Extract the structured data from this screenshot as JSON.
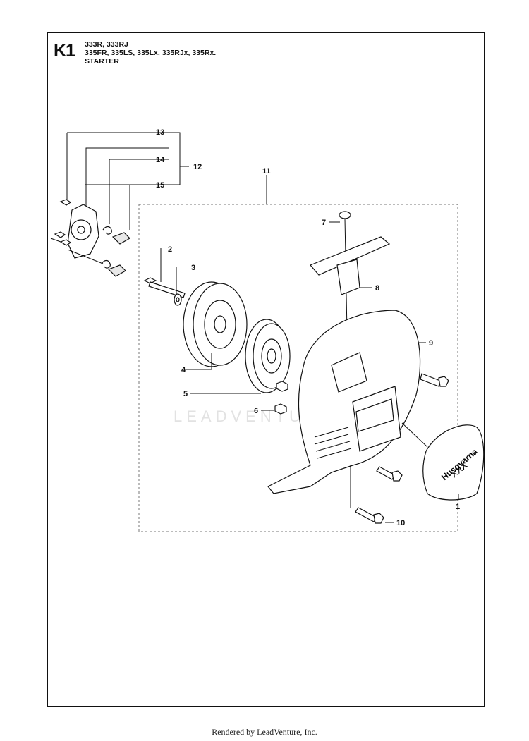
{
  "header": {
    "code": "K1",
    "model_lines": [
      "333R, 333RJ",
      "335FR, 335LS, 335Lx, 335RJx, 335Rx.",
      "STARTER"
    ]
  },
  "watermark": "LEADVENTURE",
  "decal": {
    "brand": "Husqvarna",
    "model": "XXX"
  },
  "callouts": {
    "c1": "1",
    "c2": "2",
    "c3": "3",
    "c4": "4",
    "c5": "5",
    "c6": "6",
    "c7": "7",
    "c8": "8",
    "c9": "9",
    "c10": "10",
    "c11": "11",
    "c12": "12",
    "c13": "13",
    "c14": "14",
    "c15": "15"
  },
  "footer": "Rendered by LeadVenture, Inc."
}
